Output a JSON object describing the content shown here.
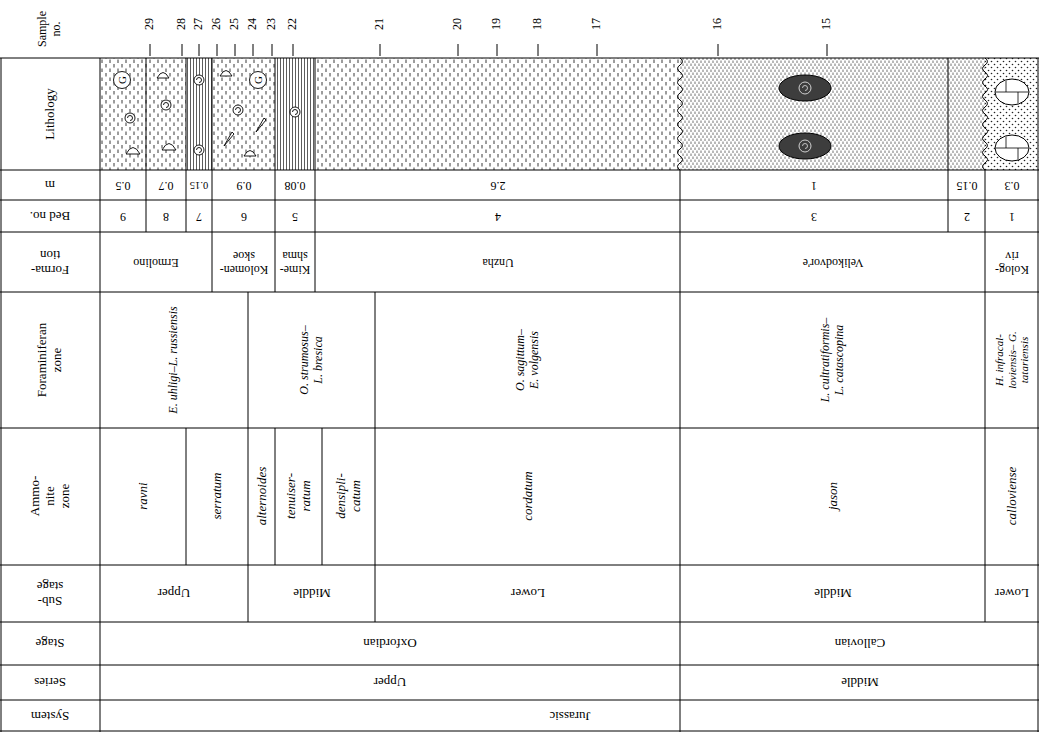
{
  "diagram": {
    "labels": [
      "Sample no.",
      "29",
      "28",
      "27",
      "26",
      "25",
      "24",
      "23",
      "22",
      "21",
      "20",
      "19",
      "18",
      "17",
      "16",
      "15",
      "Lithology",
      "G",
      "G",
      "m",
      "0.5",
      "0.7",
      "0.15",
      "0.9",
      "0.08",
      "2.6",
      "1",
      "0.15",
      "0.3",
      "Bed no.",
      "9",
      "8",
      "7",
      "6",
      "5",
      "4",
      "3",
      "2",
      "1",
      "Forma- tion",
      "Ermolino",
      "Kolomen- skoe",
      "Kime- shma",
      "Unzha",
      "Velikodvor'e",
      "Kolog- riv",
      "Foraminiferan zone",
      "E. uhligi–L. russiensis",
      "O. strumosus– L. bresica",
      "O. sagittum– E. volgensis",
      "L. cultratiformis– L. catascopina",
      "H. infracal- loviensis– G. tatariensis",
      "Ammo- nite zone",
      "ravni",
      "serratum",
      "alternoides",
      "tenuiser- ratum",
      "densipli- catum",
      "cordatum",
      "jason",
      "calloviense",
      "Sub- stage",
      "Upper",
      "Middle",
      "Lower",
      "Middle",
      "Lower",
      "Stage",
      "Oxfordian",
      "Callovian",
      "Series",
      "Upper",
      "Middle",
      "System",
      "Jurassic"
    ]
  }
}
